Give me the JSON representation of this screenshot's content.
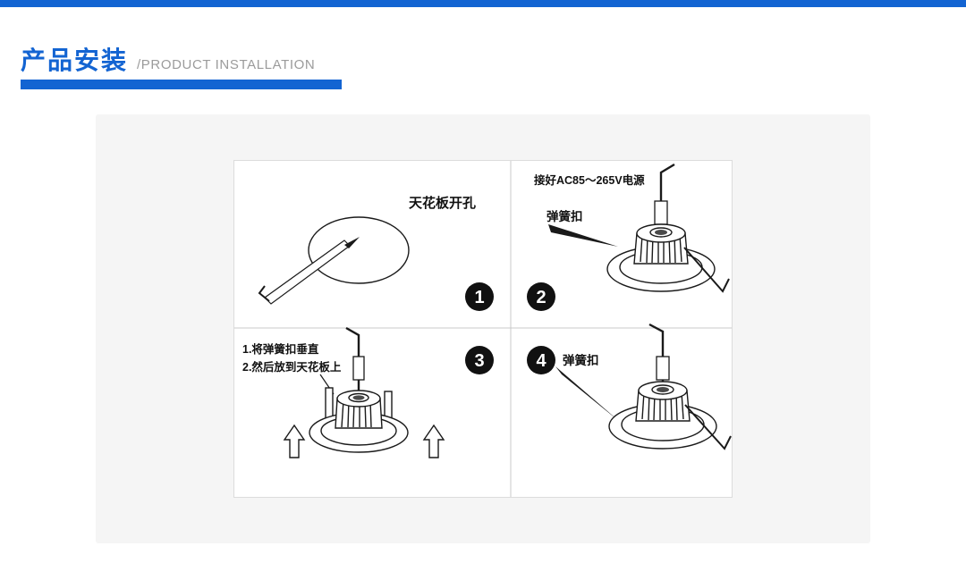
{
  "header": {
    "title": "产品安装",
    "subtitle": "/PRODUCT INSTALLATION"
  },
  "colors": {
    "accent": "#1364d2",
    "panel_bg": "#f5f5f5"
  },
  "diagram": {
    "panels": [
      {
        "step": "1",
        "label": "天花板开孔"
      },
      {
        "step": "2",
        "power_label": "接好AC85～265V电源",
        "clip_label": "弹簧扣"
      },
      {
        "step": "3",
        "instruction_1": "1.将弹簧扣垂直",
        "instruction_2": "2.然后放到天花板上"
      },
      {
        "step": "4",
        "clip_label": "弹簧扣"
      }
    ]
  }
}
